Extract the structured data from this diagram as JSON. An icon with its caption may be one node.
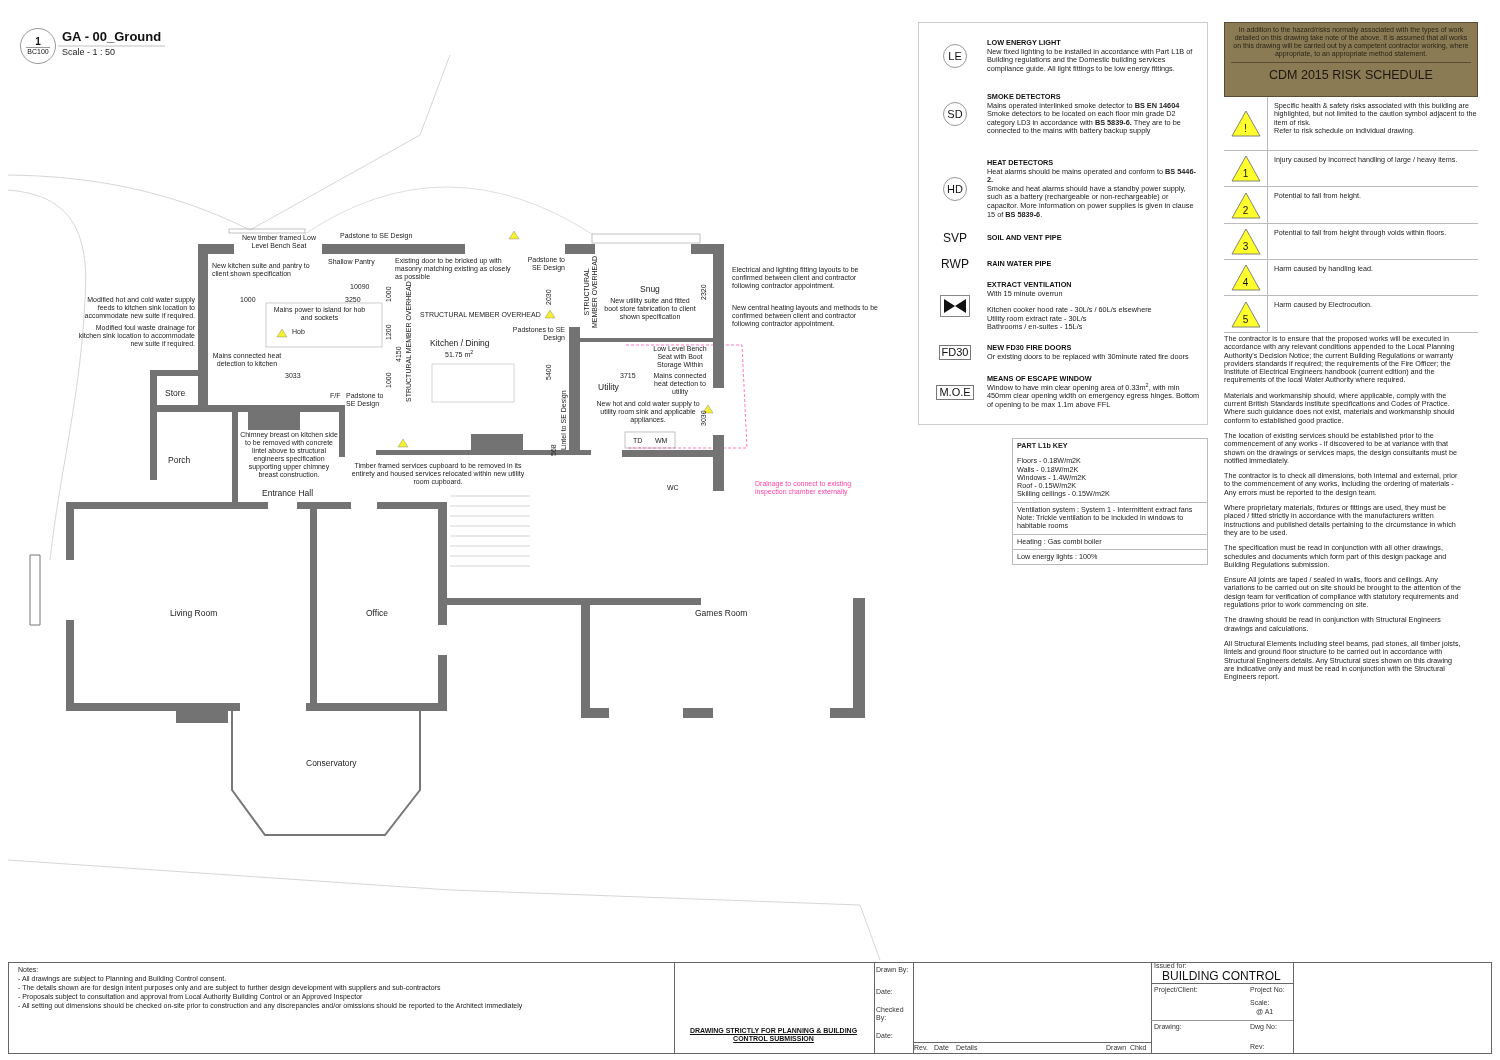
{
  "diagram": {
    "title": "GA - 00_Ground",
    "nodes": [
      {
        "text": [
          "1",
          "BC100"
        ],
        "beside": [
          "Scale - 1 : 50"
        ]
      },
      {
        "text": [],
        "shape": "box"
      },
      {
        "text": [
          "LE"
        ],
        "in": 1,
        "beside": [
          "LOW ENERGY LIGHT",
          "New fixed lighting to be installed in accordance with Part L1B of Building regulations and the Domestic building services compliance guide. All light fittings to be low energy fittings."
        ]
      },
      {
        "text": [
          "SD"
        ],
        "in": 1,
        "beside": [
          "SMOKE DETECTORS",
          "Mains operated interlinked smoke detector to **BS EN 14604**",
          "Smoke detectors to be located on each floor min grade D2 category LD3 in accordance with **BS 5839-6.** They are to be connected to the mains with battery backup supply"
        ]
      },
      {
        "text": [
          "HD"
        ],
        "in": 1,
        "beside": [
          "HEAT DETECTORS",
          "Heat alarms should be mains operated and conform to **BS 5446-2.**",
          "Smoke and heat alarms should have a standby power supply, such as a battery (rechargeable or non-rechargeable) or capacitor. More information on power supplies is given in clause 15 of **BS 5839-6**."
        ]
      },
      {
        "text": [
          "SVP"
        ],
        "in": 1,
        "beside": [
          "SOIL AND VENT PIPE"
        ]
      },
      {
        "text": [
          "RWP"
        ],
        "in": 1,
        "beside": [
          "RAIN WATER PIPE"
        ]
      },
      {
        "text": [],
        "shape": "box",
        "in": 1,
        "beside": [
          "EXTRACT VENTILATION",
          "With 15 minute overrun",
          "Kitchen cooker hood rate - 30L/s / 60L/s elsewhere",
          "Utility room extract rate - 30L/s",
          "Bathrooms / en-suites - 15L/s"
        ]
      },
      {
        "text": [
          "FD30"
        ],
        "in": 1,
        "beside": [
          "NEW FD30 FIRE DOORS",
          "Or existing doors to be replaced with 30minute rated fire doors"
        ]
      },
      {
        "text": [
          "M.O.E"
        ],
        "in": 1,
        "beside": [
          "MEANS OF ESCAPE WINDOW",
          "Window to have min clear opening area of 0.33m$^{2}$, with min 450mm clear opening width on emergency egress hinges. Bottom of opening to be max 1.1m above FFL"
        ]
      },
      {
        "text": [
          "In addition to the hazard/risks normally associated with the types of work detailed on this drawing take note of the above. It is assumed that all works on this drawing will be carried out by a competent contractor working, where appropriate, to an appropriate method statement.",
          "CDM 2015 RISK SCHEDULE"
        ]
      },
      {
        "text": [
          "!"
        ],
        "beside": [
          "Specific health & safety risks associated with this building are highlighted, but not limited to the caution symbol adjacent to the item of risk.",
          "Refer to risk schedule on individual drawing."
        ]
      },
      {
        "text": [
          "1"
        ],
        "beside": [
          "Injury caused by incorrect handling of large / heavy items."
        ]
      },
      {
        "text": [
          "2"
        ],
        "beside": [
          "Potential to fall from height."
        ]
      },
      {
        "text": [
          "3"
        ],
        "beside": [
          "Potential to fall from height through voids within floors."
        ]
      },
      {
        "text": [
          "4"
        ],
        "beside": [
          "Harm caused by handling lead."
        ]
      },
      {
        "text": [
          "5"
        ],
        "beside": [
          "Harm caused by Electrocution."
        ]
      },
      {
        "text": [
          "PART L1b KEY",
          "Floors - 0.18W/m2K",
          "Walls - 0.18W/m2K",
          "Windows - 1.4W/m2K",
          "Roof - 0.15W/m2K",
          "Skilling ceilings - 0.15W/m2K",
          "Ventilation system : System 1 - Intermittent extract fans",
          "Note: Trickle ventilation to be included in windows to habitable rooms",
          "Heating : Gas combi boiler",
          "Low energy lights : 100%"
        ]
      }
    ],
    "labels": [
      "New timber framed Low Level Bench Seat",
      "Padstone to SE Design",
      "Shallow Pantry",
      "Existing door to be bricked up with masonry matching existing as closely as possible",
      "Padstone to SE Design",
      "New kitchen suite and pantry to client shown specification",
      "10090",
      "Snug",
      "Electrical and lighting fitting layouts to be confirmed between client and contractor following contractor appointment.",
      "Modified hot and cold water supply feeds to kitchen sink location to accommodate new suite if required.",
      "1000",
      "Mains power to island for hob and sockets",
      "3250",
      "1000",
      "STRUCTURAL MEMBER OVERHEAD",
      "STRUCTURAL MEMBER OVERHEAD",
      "2030",
      "STRUCTURAL MEMBER OVERHEAD",
      "New utility suite and fitted boot store fabrication to client shown specification",
      "2320",
      "New central heating layouts and methods to be confirmed between client and contractor following contractor appointment.",
      "Modified foul waste drainage for kitchen sink location to accommodate new suite if required.",
      "Hob",
      "1200",
      "Padstones to SE Design",
      "Kitchen / Dining",
      "51.75 m$^{2}$",
      "Low Level Bench Seat with Boot Storage Within",
      "Mains connected heat detection to kitchen",
      "3033",
      "4150",
      "1000",
      "5400",
      "3715",
      "Mains connected heat detection to utility",
      "Store",
      "F/F",
      "Padstone to SE Design",
      "Lintel to SE Design",
      "Utility",
      "New hot and cold water supply to utility room sink and applicable appliances.",
      "3030",
      "Porch",
      "Chimney breast on kitchen side to be removed with concrete lintel above to structural engineers specification supporting upper chimney breast construction.",
      "Timber framed services cupboard to be removed in its entirety and housed services relocated within new utility room cupboard.",
      "568",
      "TD",
      "WM",
      "Entrance Hall",
      "WC",
      "Drainage to connect to existing inspection chamber externally",
      "Living Room",
      "Office",
      "Games Room",
      "Conservatory",
      "The contractor is to ensure that the proposed works will be executed in accordance with any relevant conditions appended to the Local Planning Authority's Decision Notice; the current Building Regulations or warranty providers standards if required; the requirements of the Fire Officer; the Institute of Electrical Engineers handbook (current edition) and the requirements of the local Water Authority where required.",
      "Materials and workmanship should, where applicable, comply with the current British Standards institute specifications and Codes of Practice. Where such guidance does not exist, materials and workmanship should conform to established good practice.",
      "The location of existing services should be established prior to the commencement of any works - if discovered to be at variance with that shown on the drawings or services maps, the design consultants must be notified immediately.",
      "The contractor is to check all dimensions, both internal and external, prior to the commencement of any works, including the ordering of materials - Any errors must be reported to the design team.",
      "Where proprietary materials, fixtures or fittings are used, they must be placed / fitted strictly in accordance with the manufacturers written instructions and published details pertaining to the circumstance in which they are to be used.",
      "The specification must be read in conjunction with all other drawings, schedules and documents which form part of this design package and Building Regulations submission.",
      "Ensure All joints are taped / sealed in walls, floors and ceilings. Any variations to be carried out on site should be brought to the attention of the design team for verification of compliance with statutory requirements and regulations prior to work commencing on site.",
      "The drawing should be read in conjunction with Structural Engineers drawings and calculations.",
      "All Structural Elements including steel beams, pad stones, all timber joists, lintels and ground floor structure to be carried out in accordance with Structural Engineers details. Any Structural sizes shown on this drawing are indicative only and must be read in conjunction with the Structural Engineers report.",
      "Notes:",
      "- All drawings are subject to Planning and Building Control consent.",
      "- The details shown are for design intent purposes only and are subject to further design development with suppliers and sub-contractors",
      "- Proposals subject to consultation and approval from Local Authority Building Control or an Approved Inspector",
      "- All setting out dimensions should be checked on-site prior to construction and any discrepancies and/or omissions should be reported to the Architect immediately",
      "DRAWING STRICTLY FOR PLANNING & BUILDING CONTROL SUBMISSION",
      "Drawn By:",
      "Date:",
      "Checked By:",
      "Date:",
      "Rev.",
      "Date",
      "Details",
      "Drawn",
      "Chkd",
      "Issued for:",
      "BUILDING CONTROL",
      "Project/Client:",
      "Project No:",
      "Scale:",
      "@ A1",
      "Drawing:",
      "Dwg No:",
      "Rev:"
    ]
  }
}
